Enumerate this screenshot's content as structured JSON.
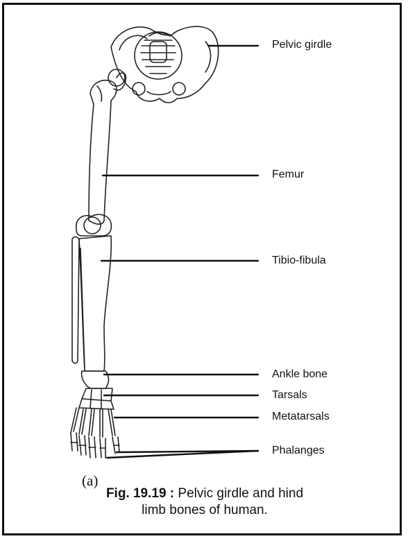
{
  "labels": {
    "pelvic_girdle": "Pelvic girdle",
    "femur": "Femur",
    "tibio_fibula": "Tibio-fibula",
    "ankle_bone": "Ankle bone",
    "tarsals": "Tarsals",
    "metatarsals": "Metatarsals",
    "phalanges": "Phalanges"
  },
  "sublabel": "(a)",
  "caption": {
    "figure_number": "Fig. 19.19 :",
    "line1": "Pelvic girdle and hind",
    "line2": "limb bones of human."
  }
}
